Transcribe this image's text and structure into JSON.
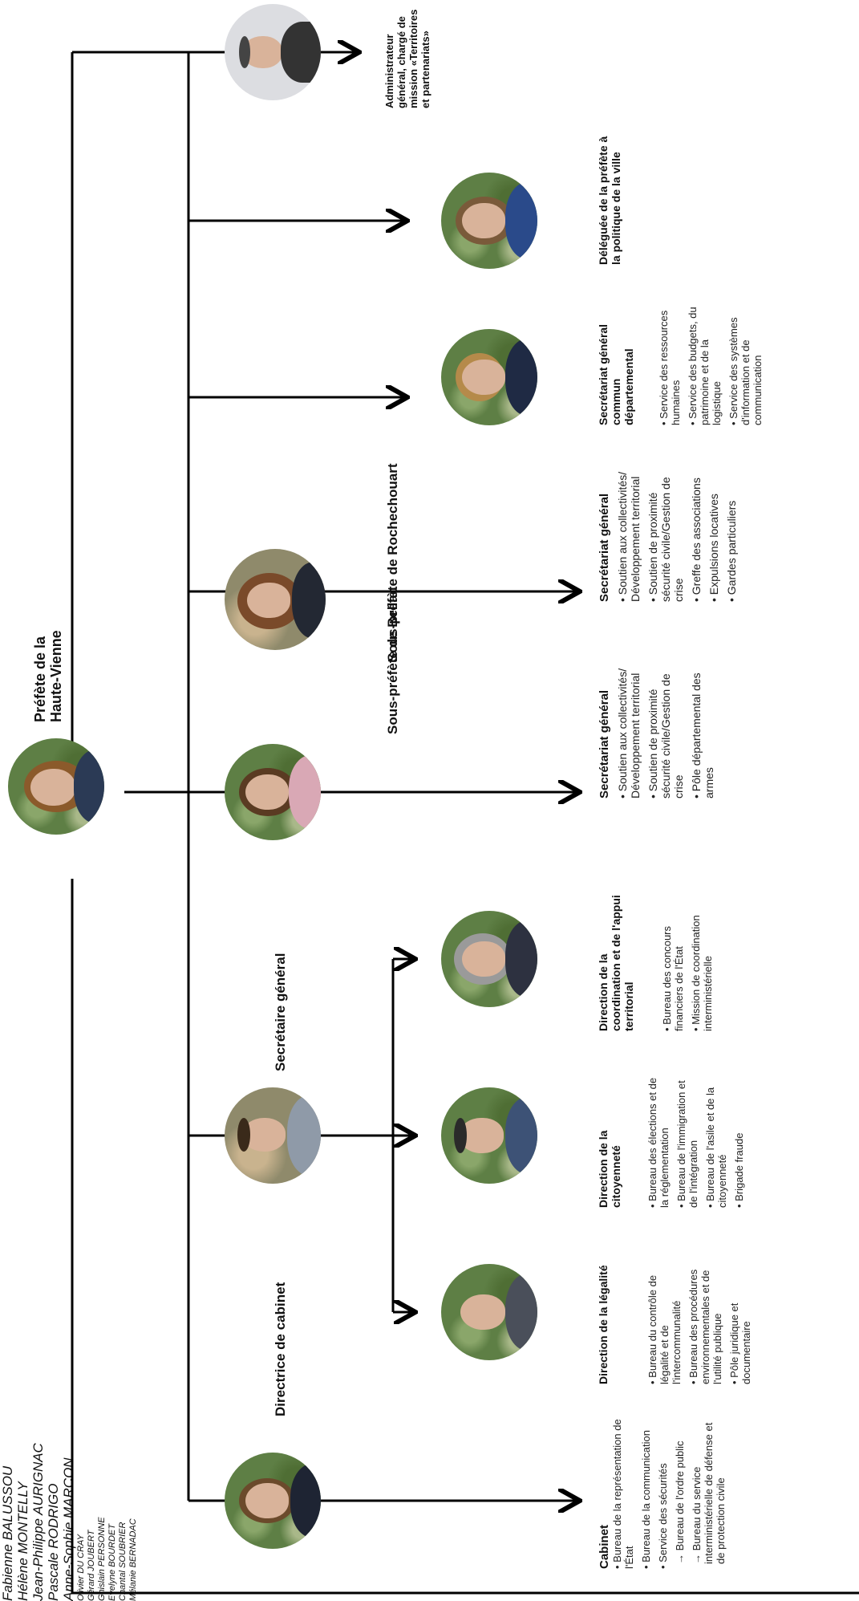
{
  "prefete": {
    "title": "Préfète de la Haute-Vienne",
    "title_line1": "Préfète de la",
    "title_line2": "Haute-Vienne",
    "name": "Fabienne BALUSSOU"
  },
  "cabinet_dir": {
    "title": "Directrice de cabinet",
    "name": "Hélène MONTELLY"
  },
  "secgen": {
    "title": "Secrétaire général",
    "name": "Jean-Philippe AURIGNAC"
  },
  "bellac": {
    "title": "Sous-préfète de Bellac",
    "name": "Pascale RODRIGO"
  },
  "rochechouart": {
    "title": "Sous-préfète de Rochechouart",
    "name": "Anne-Sophie MARCON"
  },
  "cabinet": {
    "title": "Cabinet",
    "items": [
      "• Bureau de la représentation de l'État",
      "• Bureau de la communication",
      "• Service des sécurités",
      "→ Bureau de l'ordre public",
      "→ Bureau du service interministérielle de défense et de protection civile"
    ]
  },
  "legalite": {
    "title": "Direction de la légalité",
    "name": "Gérard JOUBERT",
    "items": [
      "• Bureau du contrôle de légalité et de l'intercommunalité",
      "• Bureau des procédures environnementales et de l'utilité publique",
      "• Pôle juridique et documentaire"
    ]
  },
  "citoyennete": {
    "title": "Direction de la citoyenneté",
    "name": "Ghislain PERSONNE",
    "items": [
      "• Bureau des élections et de la réglementation",
      "• Bureau de l'immigration et de l'intégration",
      "• Bureau de l'asile et de la citoyenneté",
      "• Brigade fraude"
    ]
  },
  "coordination": {
    "title": "Direction de la coordination et de l'appui territorial",
    "name": "Evelyne BOURDET",
    "items": [
      "• Bureau des concours financiers de l'État",
      "• Mission de coordination interministérielle"
    ]
  },
  "sg_bellac": {
    "title": "Secrétariat général",
    "items": [
      "• Soutien aux collectivités/ Développement territorial",
      "• Soutien de proximité sécurité civile/Gestion de crise",
      "• Pôle départemental des armes"
    ]
  },
  "sg_rochechouart": {
    "title": "Secrétariat général",
    "items": [
      "• Soutien aux collectivités/ Développement territorial",
      "• Soutien de proximité sécurité civile/Gestion de crise",
      "• Greffe des associations",
      "• Expulsions locatives",
      "• Gardes particuliers"
    ]
  },
  "sgcd": {
    "title": "Secrétariat général commun départemental",
    "name": "Chantal SOUBRIER",
    "items": [
      "• Service des ressources humaines",
      "• Service des budgets, du patrimoine et de la logistique",
      "• Service des systèmes d'information et de communication"
    ]
  },
  "deleguee": {
    "title": "Déléguée de la préfète à la politique de la ville",
    "name": "Mélanie BERNADAC"
  },
  "administrateur": {
    "title": "Administrateur général, chargé de mission «Territoires et partenariats»",
    "name": "Olivier DU CRAY"
  }
}
